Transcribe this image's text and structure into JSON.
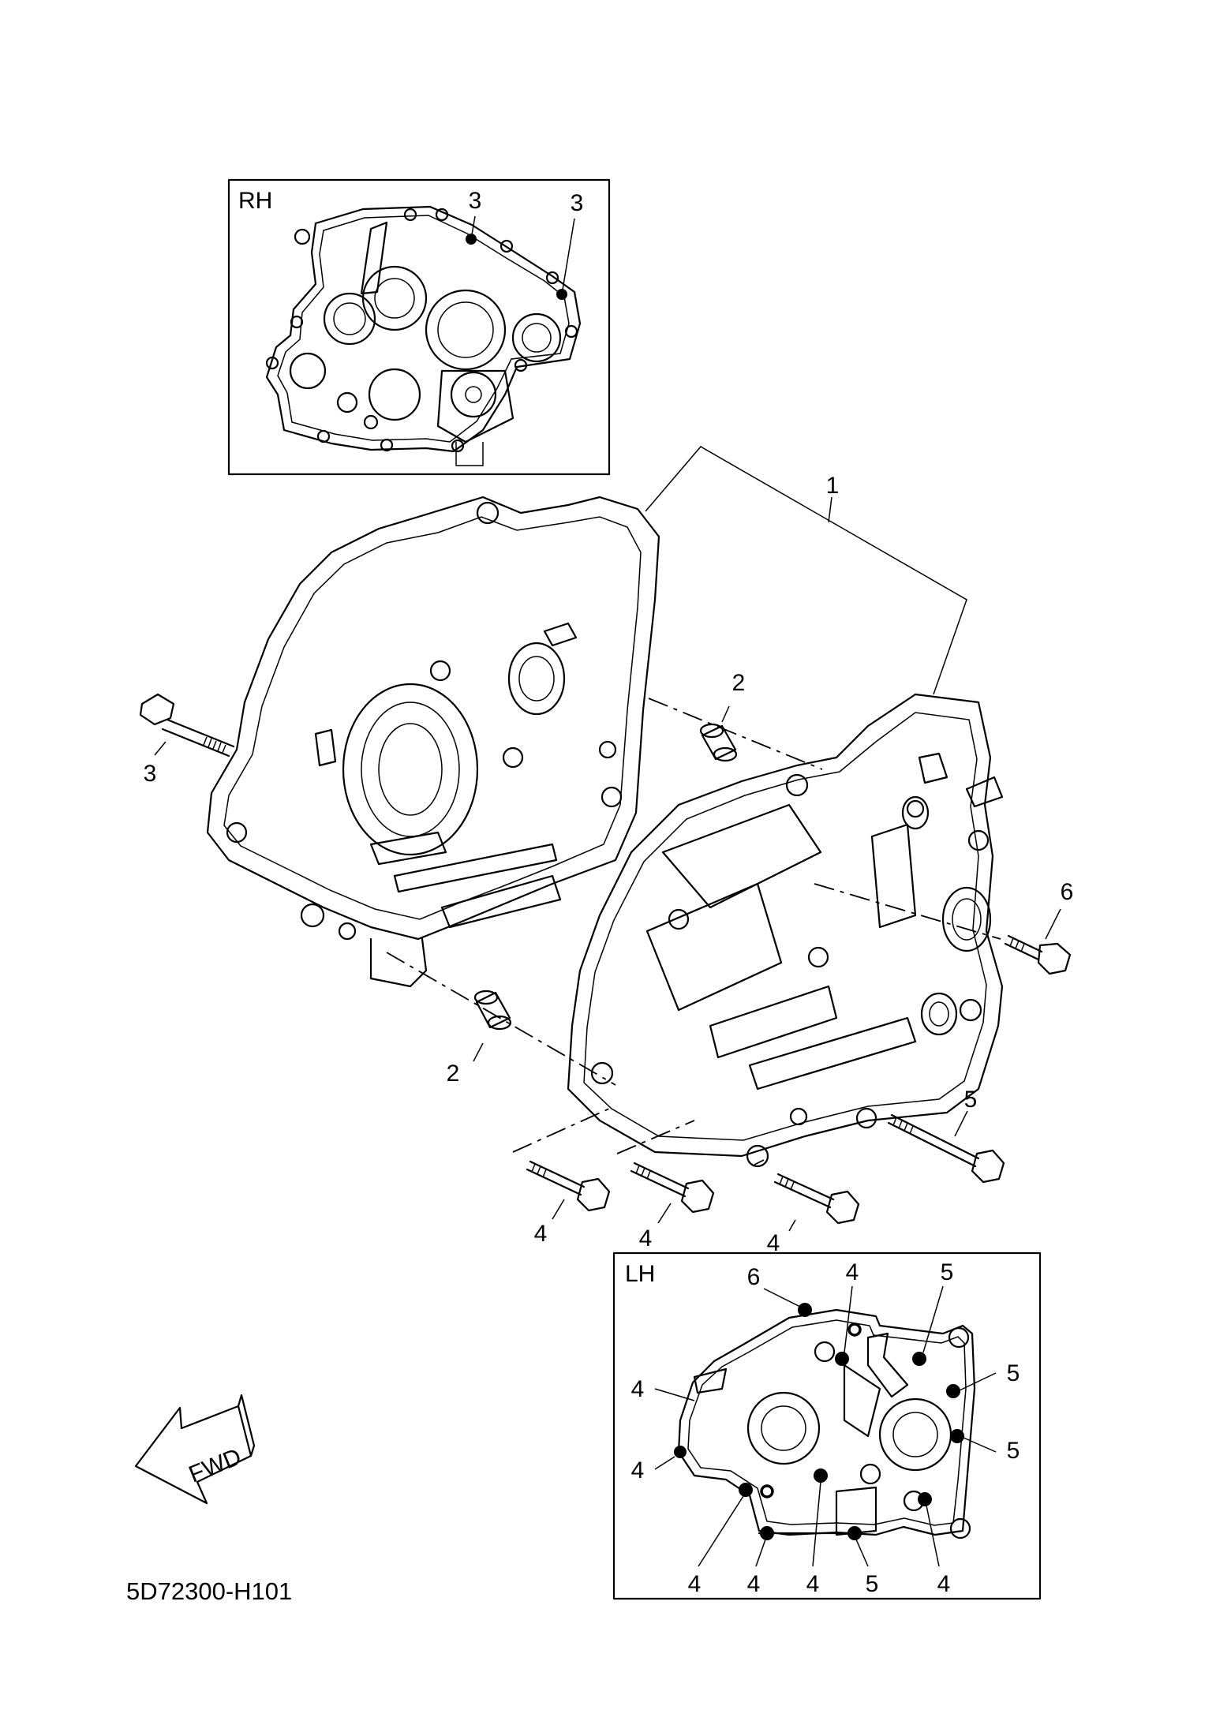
{
  "diagram": {
    "drawing_code": "5D72300-H101",
    "fwd_label": "FWD",
    "insets": {
      "rh": {
        "label": "RH",
        "callouts": [
          "3",
          "3"
        ]
      },
      "lh": {
        "label": "LH",
        "callouts": [
          "6",
          "4",
          "5",
          "4",
          "5",
          "4",
          "5",
          "4",
          "4",
          "4",
          "5",
          "4"
        ]
      }
    },
    "callouts": {
      "crankcase": "1",
      "dowel_upper": "2",
      "dowel_lower": "2",
      "bolt_long_left": "3",
      "bolt_short_a": "4",
      "bolt_short_b": "4",
      "bolt_short_c": "4",
      "bolt_long_right": "5",
      "bolt_right_upper": "6"
    }
  }
}
